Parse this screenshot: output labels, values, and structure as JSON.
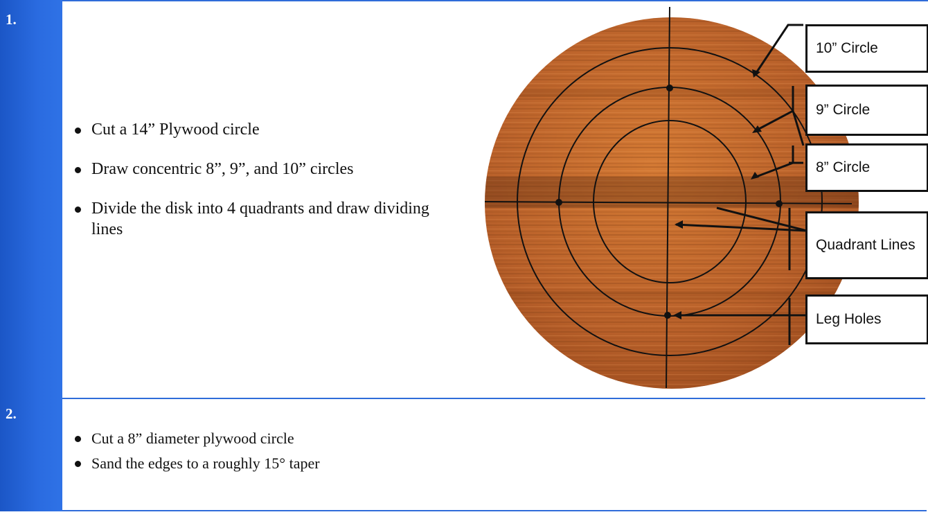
{
  "steps": [
    {
      "number": "1.",
      "bullets": [
        "Cut a 14” Plywood circle",
        "Draw concentric 8”, 9”, and 10” circles",
        "Divide the disk into 4 quadrants and draw dividing lines"
      ]
    },
    {
      "number": "2.",
      "bullets": [
        "Cut a 8” diameter plywood circle",
        "Sand the edges to a roughly  15° taper"
      ]
    }
  ],
  "figure": {
    "callouts": {
      "ten": "10” Circle",
      "nine": "9” Circle",
      "eight": "8” Circle",
      "quadrant": "Quadrant Lines",
      "leg": "Leg Holes"
    }
  },
  "colors": {
    "sidebar": "#2a6be0",
    "wood": "#c86a2a",
    "rule": "#2f6cd9"
  }
}
